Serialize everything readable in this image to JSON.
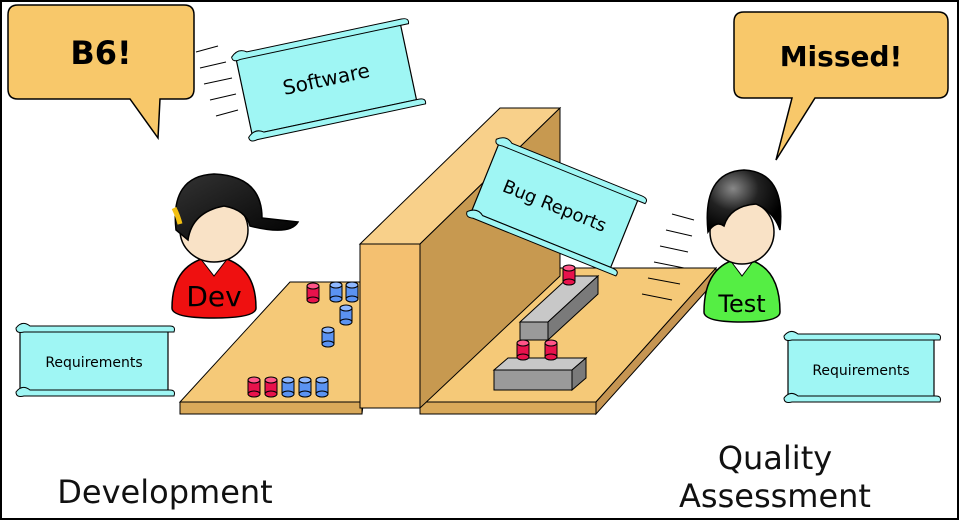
{
  "bubbles": {
    "dev_speech": "B6!",
    "test_speech": "Missed!"
  },
  "scrolls": {
    "software": "Software",
    "bug_reports": "Bug Reports",
    "requirements_left": "Requirements",
    "requirements_right": "Requirements"
  },
  "people": {
    "dev_label": "Dev",
    "test_label": "Test"
  },
  "captions": {
    "development": "Development",
    "quality_line1": "Quality",
    "quality_line2": "Assessment"
  },
  "colors": {
    "bubble": "#f8c86a",
    "scroll": "#9ff6f4",
    "board": "#f5c978",
    "wall_front": "#f4c070",
    "wall_side": "#c79950",
    "dev_shirt": "#ef1010",
    "test_shirt": "#55ee44",
    "red_piece": "#e8124c",
    "blue_piece": "#5b93f2",
    "gray_block": "#9a9a9a"
  },
  "icons": [
    "speech-bubble",
    "scroll",
    "person-cap",
    "person-hair",
    "cylinder-piece",
    "gray-block"
  ]
}
